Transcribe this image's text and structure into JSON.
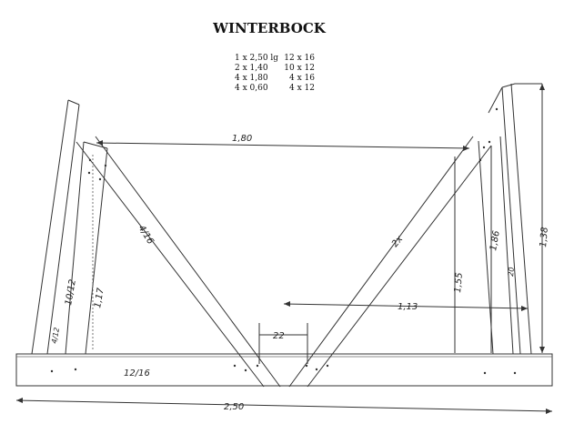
{
  "title": "WINTERBOCK",
  "parts_list": [
    {
      "qty_len": "1 x 2,50 lg",
      "section": "12 x 16"
    },
    {
      "qty_len": "2 x 1,40",
      "section": "10 x 12"
    },
    {
      "qty_len": "4 x 1,80",
      "section": "4 x 16"
    },
    {
      "qty_len": "4 x 0,60",
      "section": "4 x 12"
    }
  ],
  "labels": {
    "top_span": "1,80",
    "diag_left_section": "4/16",
    "diag_right": "2x",
    "post_section": "10/12",
    "post_height": "1,17",
    "leg_section": "4/12",
    "beam_section": "12/16",
    "gap": "22",
    "height_a": "1,55",
    "height_b": "1,86",
    "height_c": "1,38",
    "right_small": "20",
    "half_width": "1,13",
    "total_length": "2,50"
  }
}
